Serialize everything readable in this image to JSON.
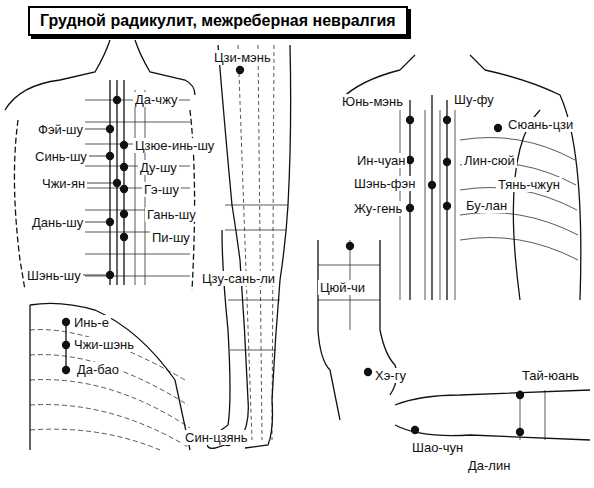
{
  "diagram": {
    "title": "Грудной радикулит, межреберная невралгия",
    "labels": [
      "Да-чжу",
      "Фэй-шу",
      "Синь-шу",
      "Чжи-ян",
      "Дань-шу",
      "Шэнь-шу",
      "Цзюе-инь-шу",
      "Ду-шу",
      "Гэ-шу",
      "Гань-шу",
      "Пи-шу",
      "Цзи-мэнь",
      "Цзу-сань-ли",
      "Син-цзянь",
      "Инь-е",
      "Чжи-шэнь",
      "Да-бао",
      "Юнь-мэнь",
      "Шу-фу",
      "Сюань-цзи",
      "Ин-чуан",
      "Лин-сюй",
      "Шэнь-фэн",
      "Тянь-чжун",
      "Жу-гень",
      "Бу-лан",
      "Цюй-чи",
      "Хэ-гу",
      "Тай-юань",
      "Шао-чун",
      "Да-лин"
    ]
  }
}
